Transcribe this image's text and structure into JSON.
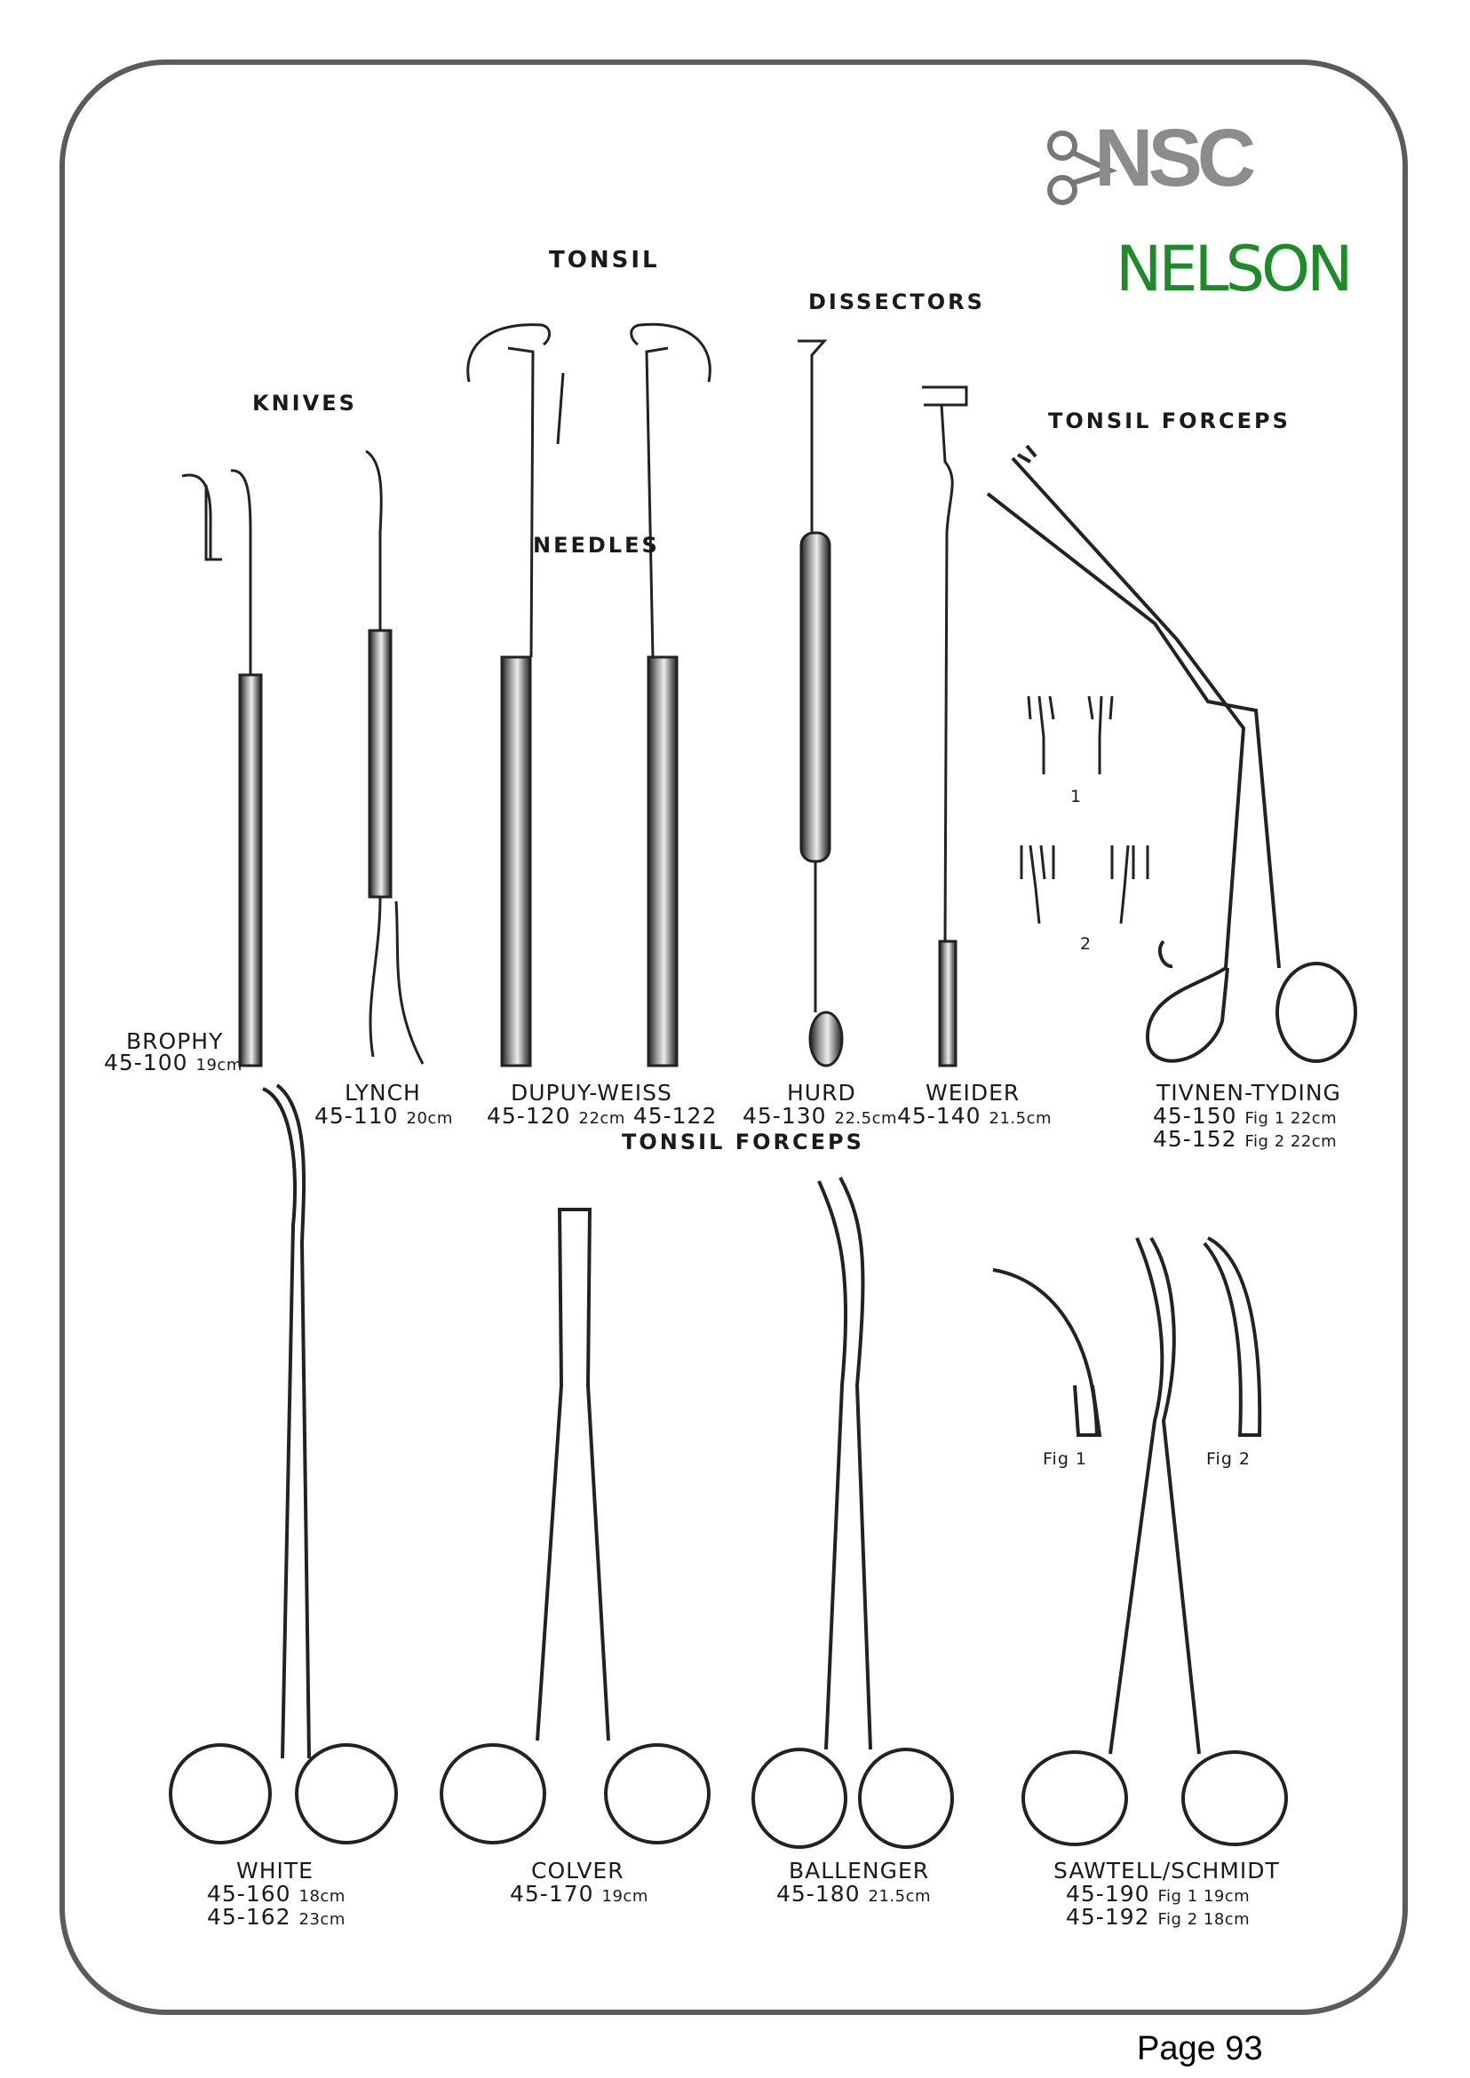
{
  "brand": {
    "mark": "NSC",
    "name": "NELSON"
  },
  "headings": {
    "tonsil": "TONSIL",
    "dissectors": "DISSECTORS",
    "knives": "KNIVES",
    "tonsil_forceps_top": "TONSIL FORCEPS",
    "needles": "NEEDLES",
    "tonsil_forceps_mid": "TONSIL FORCEPS"
  },
  "figure_labels": {
    "one": "1",
    "two": "2",
    "fig1": "Fig 1",
    "fig2": "Fig 2"
  },
  "top_products": [
    {
      "name": "BROPHY",
      "codes": [
        {
          "code": "45-100",
          "size": "19cm"
        }
      ]
    },
    {
      "name": "LYNCH",
      "codes": [
        {
          "code": "45-110",
          "size": "20cm"
        }
      ]
    },
    {
      "name": "DUPUY-WEISS",
      "codes": [
        {
          "code": "45-120",
          "size": "22cm",
          "extra": "45-122"
        }
      ]
    },
    {
      "name": "HURD",
      "codes": [
        {
          "code": "45-130",
          "size": "22.5cm"
        }
      ]
    },
    {
      "name": "WEIDER",
      "codes": [
        {
          "code": "45-140",
          "size": "21.5cm"
        }
      ]
    },
    {
      "name": "TIVNEN-TYDING",
      "codes": [
        {
          "code": "45-150",
          "size": "Fig 1 22cm"
        },
        {
          "code": "45-152",
          "size": "Fig 2 22cm"
        }
      ]
    }
  ],
  "bottom_products": [
    {
      "name": "WHITE",
      "codes": [
        {
          "code": "45-160",
          "size": "18cm"
        },
        {
          "code": "45-162",
          "size": "23cm"
        }
      ]
    },
    {
      "name": "COLVER",
      "codes": [
        {
          "code": "45-170",
          "size": "19cm"
        }
      ]
    },
    {
      "name": "BALLENGER",
      "codes": [
        {
          "code": "45-180",
          "size": "21.5cm"
        }
      ]
    },
    {
      "name": "SAWTELL/SCHMIDT",
      "codes": [
        {
          "code": "45-190",
          "size": "Fig 1 19cm"
        },
        {
          "code": "45-192",
          "size": "Fig 2 18cm"
        }
      ]
    }
  ],
  "page_number": "Page 93"
}
